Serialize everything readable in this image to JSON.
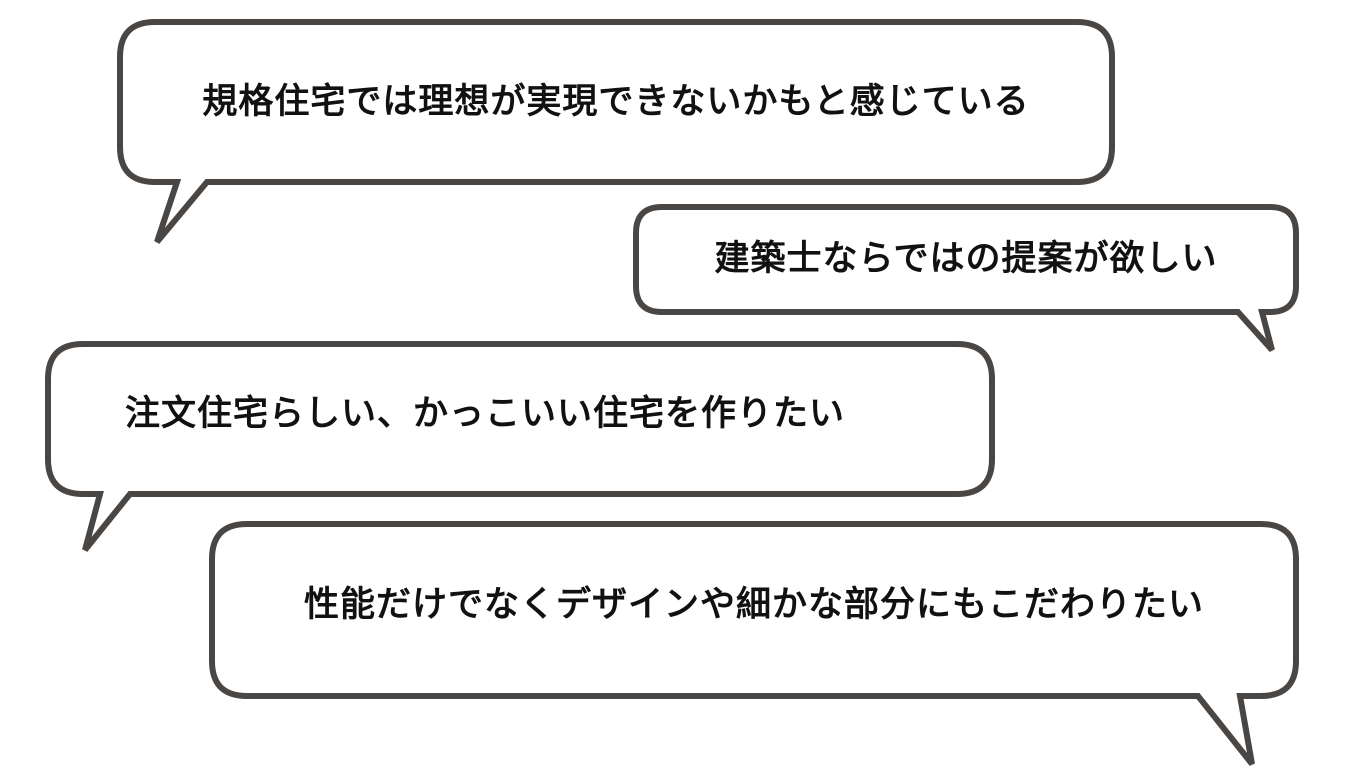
{
  "colors": {
    "stroke": "#4a4643",
    "fill": "#ffffff",
    "text": "#111111"
  },
  "bubbles": [
    {
      "text": "規格住宅では理想が実現できないかもと感じている"
    },
    {
      "text": "建築士ならではの提案が欲しい"
    },
    {
      "text": "注文住宅らしい、かっこいい住宅を作りたい"
    },
    {
      "text": "性能だけでなくデザインや細かな部分にもこだわりたい"
    }
  ]
}
